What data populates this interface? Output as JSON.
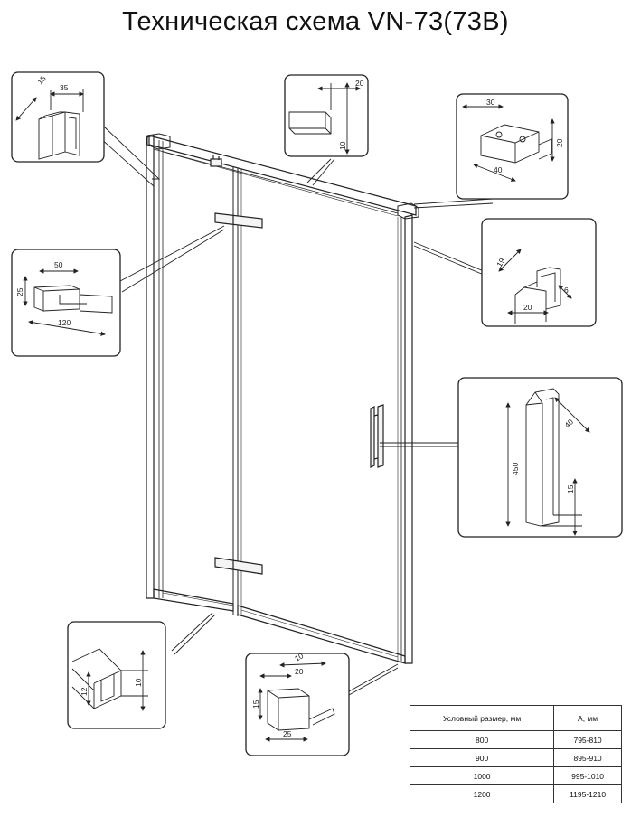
{
  "title": "Техническая схема VN-73(73B)",
  "callouts": {
    "side_profile": {
      "width": "35",
      "depth": "15"
    },
    "top_profile": {
      "width": "20",
      "height": "10"
    },
    "corner_bracket": {
      "top": "30",
      "height": "20",
      "length": "40"
    },
    "wall_profile": {
      "depth": "19",
      "width": "20",
      "side": "6"
    },
    "hinge": {
      "width": "50",
      "height": "25",
      "length": "120"
    },
    "handle": {
      "length": "450",
      "depth": "40",
      "offset": "15"
    },
    "bottom_profile": {
      "height_left": "12",
      "height_right": "10"
    },
    "bottom_bracket": {
      "depth": "10",
      "top": "20",
      "height": "15",
      "width": "25"
    }
  },
  "table": {
    "headers": [
      "Условный размер, мм",
      "А, мм"
    ],
    "rows": [
      [
        "800",
        "795-810"
      ],
      [
        "900",
        "895-910"
      ],
      [
        "1000",
        "995-1010"
      ],
      [
        "1200",
        "1195-1210"
      ]
    ]
  }
}
